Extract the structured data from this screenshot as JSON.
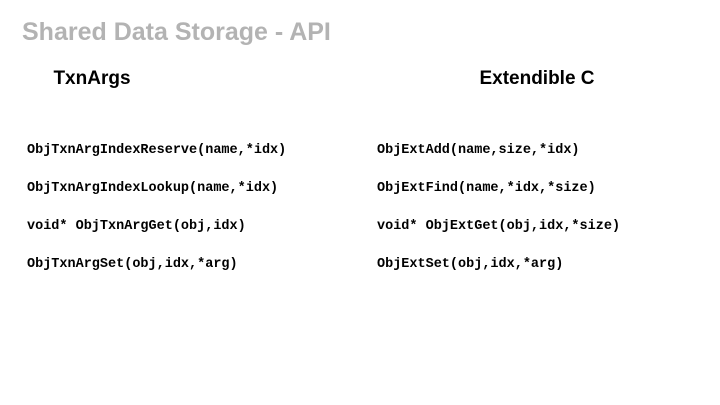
{
  "slide": {
    "title": "Shared Data Storage - API",
    "title_color": "#b3b3b3",
    "background_color": "#ffffff",
    "text_color": "#000000"
  },
  "columns": [
    {
      "header": "TxnArgs",
      "items": [
        "ObjTxnArgIndexReserve(name,*idx)",
        "ObjTxnArgIndexLookup(name,*idx)",
        "void* ObjTxnArgGet(obj,idx)",
        "ObjTxnArgSet(obj,idx,*arg)"
      ]
    },
    {
      "header": "Extendible C",
      "items": [
        "ObjExtAdd(name,size,*idx)",
        "ObjExtFind(name,*idx,*size)",
        "void* ObjExtGet(obj,idx,*size)",
        "ObjExtSet(obj,idx,*arg)"
      ]
    }
  ]
}
